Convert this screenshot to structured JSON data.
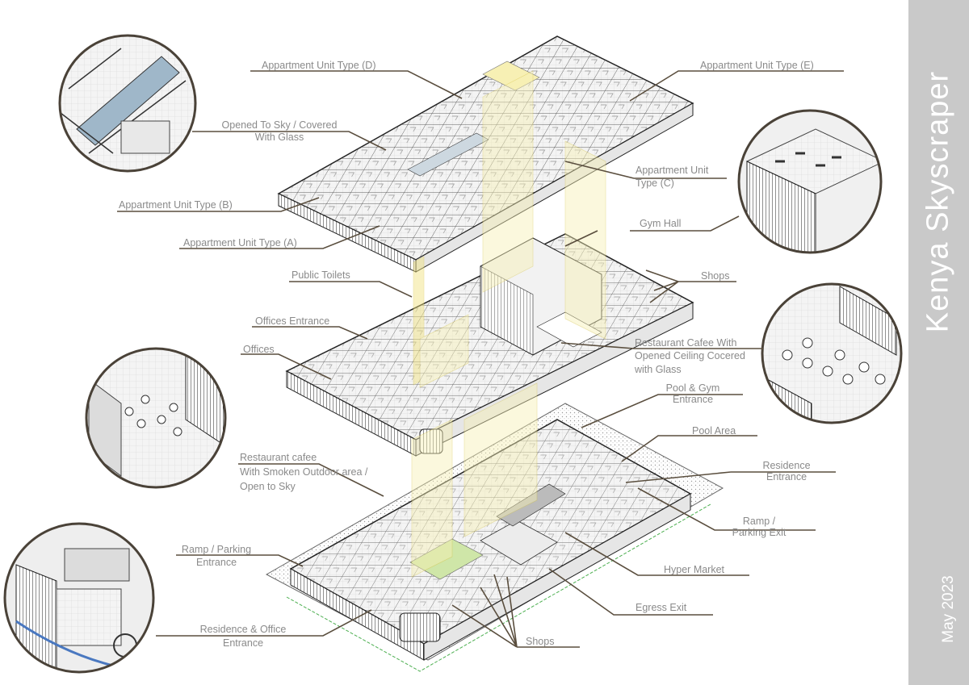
{
  "title": "Kenya Skyscraper",
  "date": "May 2023",
  "labels": {
    "unit_d": "Appartment Unit Type (D)",
    "unit_e": "Appartment Unit Type (E)",
    "opened_sky_1": "Opened To Sky / Covered",
    "opened_sky_2": "With Glass",
    "unit_b": "Appartment Unit Type (B)",
    "unit_c_1": "Appartment Unit",
    "unit_c_2": "Type (C)",
    "unit_a": "Appartment Unit Type (A)",
    "gym_hall": "Gym Hall",
    "public_toilets": "Public Toilets",
    "shops_upper": "Shops",
    "offices_entrance": "Offices Entrance",
    "offices": "Offices",
    "restaurant_glass_1": "Restaurant Cafee With",
    "restaurant_glass_2": "Opened Ceiling Cocered",
    "restaurant_glass_3": "with Glass",
    "pool_gym_1": "Pool & Gym",
    "pool_gym_2": "Entrance",
    "pool_area": "Pool Area",
    "restaurant_outdoor_1": "Restaurant cafee",
    "restaurant_outdoor_2": "With Smoken Outdoor area /",
    "restaurant_outdoor_3": "Open to Sky",
    "residence_entrance_1": "Residence",
    "residence_entrance_2": "Entrance",
    "ramp_exit_1": "Ramp /",
    "ramp_exit_2": "Parking Exit",
    "ramp_entrance_1": "Ramp / Parking",
    "ramp_entrance_2": "Entrance",
    "hyper_market": "Hyper Market",
    "egress_exit": "Egress Exit",
    "res_office_1": "Residence & Office",
    "res_office_2": "Entrance",
    "shops_lower": "Shops"
  },
  "colors": {
    "leader": "#5a4e3e",
    "label_text": "#8a8a8a",
    "sidebar": "#c9c9c9",
    "highlight": "#f7f0b4",
    "glass": "#9fb7c9",
    "green_path": "#4caf50"
  }
}
